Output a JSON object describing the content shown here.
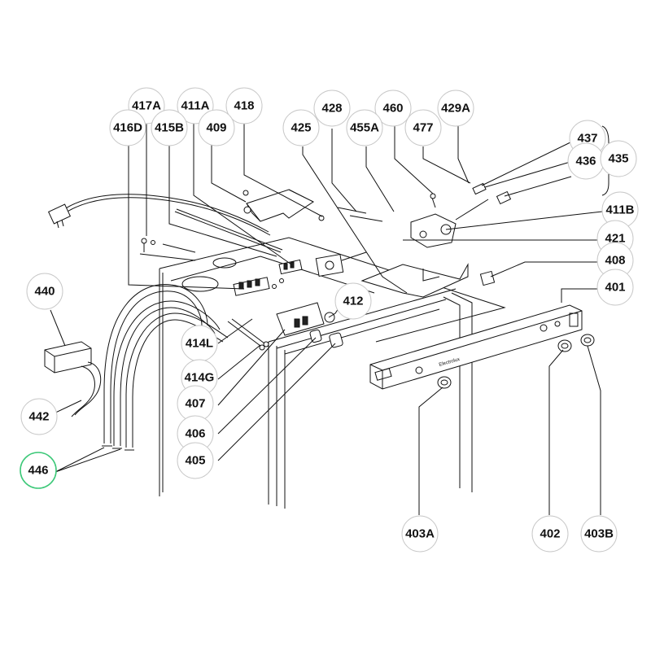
{
  "diagram": {
    "callouts": [
      {
        "id": "417A",
        "label": "417A",
        "highlight": false
      },
      {
        "id": "411A",
        "label": "411A",
        "highlight": false
      },
      {
        "id": "418",
        "label": "418",
        "highlight": false
      },
      {
        "id": "428",
        "label": "428",
        "highlight": false
      },
      {
        "id": "460",
        "label": "460",
        "highlight": false
      },
      {
        "id": "429A",
        "label": "429A",
        "highlight": false
      },
      {
        "id": "416D",
        "label": "416D",
        "highlight": false
      },
      {
        "id": "415B",
        "label": "415B",
        "highlight": false
      },
      {
        "id": "409",
        "label": "409",
        "highlight": false
      },
      {
        "id": "425",
        "label": "425",
        "highlight": false
      },
      {
        "id": "455A",
        "label": "455A",
        "highlight": false
      },
      {
        "id": "477",
        "label": "477",
        "highlight": false
      },
      {
        "id": "437",
        "label": "437",
        "highlight": false
      },
      {
        "id": "436",
        "label": "436",
        "highlight": false
      },
      {
        "id": "435",
        "label": "435",
        "highlight": false
      },
      {
        "id": "411B",
        "label": "411B",
        "highlight": false
      },
      {
        "id": "421",
        "label": "421",
        "highlight": false
      },
      {
        "id": "408",
        "label": "408",
        "highlight": false
      },
      {
        "id": "401",
        "label": "401",
        "highlight": false
      },
      {
        "id": "440",
        "label": "440",
        "highlight": false
      },
      {
        "id": "412",
        "label": "412",
        "highlight": false
      },
      {
        "id": "414L",
        "label": "414L",
        "highlight": false
      },
      {
        "id": "414G",
        "label": "414G",
        "highlight": false
      },
      {
        "id": "407",
        "label": "407",
        "highlight": false
      },
      {
        "id": "442",
        "label": "442",
        "highlight": false
      },
      {
        "id": "406",
        "label": "406",
        "highlight": false
      },
      {
        "id": "405",
        "label": "405",
        "highlight": false
      },
      {
        "id": "446",
        "label": "446",
        "highlight": true
      },
      {
        "id": "403A",
        "label": "403A",
        "highlight": false
      },
      {
        "id": "402",
        "label": "402",
        "highlight": false
      },
      {
        "id": "403B",
        "label": "403B",
        "highlight": false
      }
    ],
    "panel_brand": "Electrolux"
  }
}
